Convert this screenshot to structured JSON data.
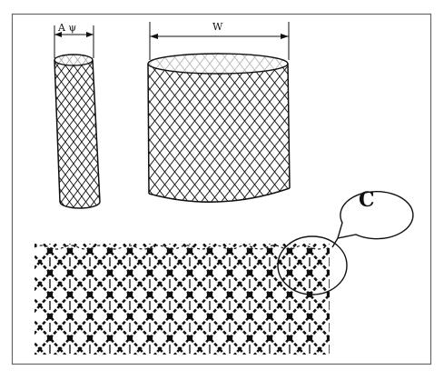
{
  "labels": {
    "diameter": "A ψ",
    "width": "W",
    "callout": "C"
  },
  "colors": {
    "ink": "#111111",
    "frame": "#666666",
    "background": "#ffffff"
  }
}
